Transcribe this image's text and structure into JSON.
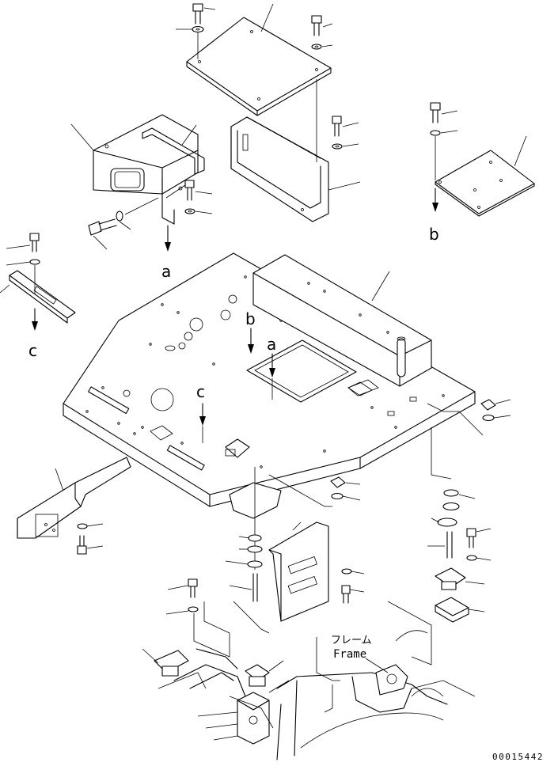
{
  "diagram": {
    "ref_a_top": "a",
    "ref_a_board": "a",
    "ref_b_top": "b",
    "ref_b_board": "b",
    "ref_c_left": "c",
    "ref_c_board": "c",
    "frame_label_jp": "フレーム",
    "frame_label_en": "Frame",
    "drawing_code": "00015442"
  }
}
